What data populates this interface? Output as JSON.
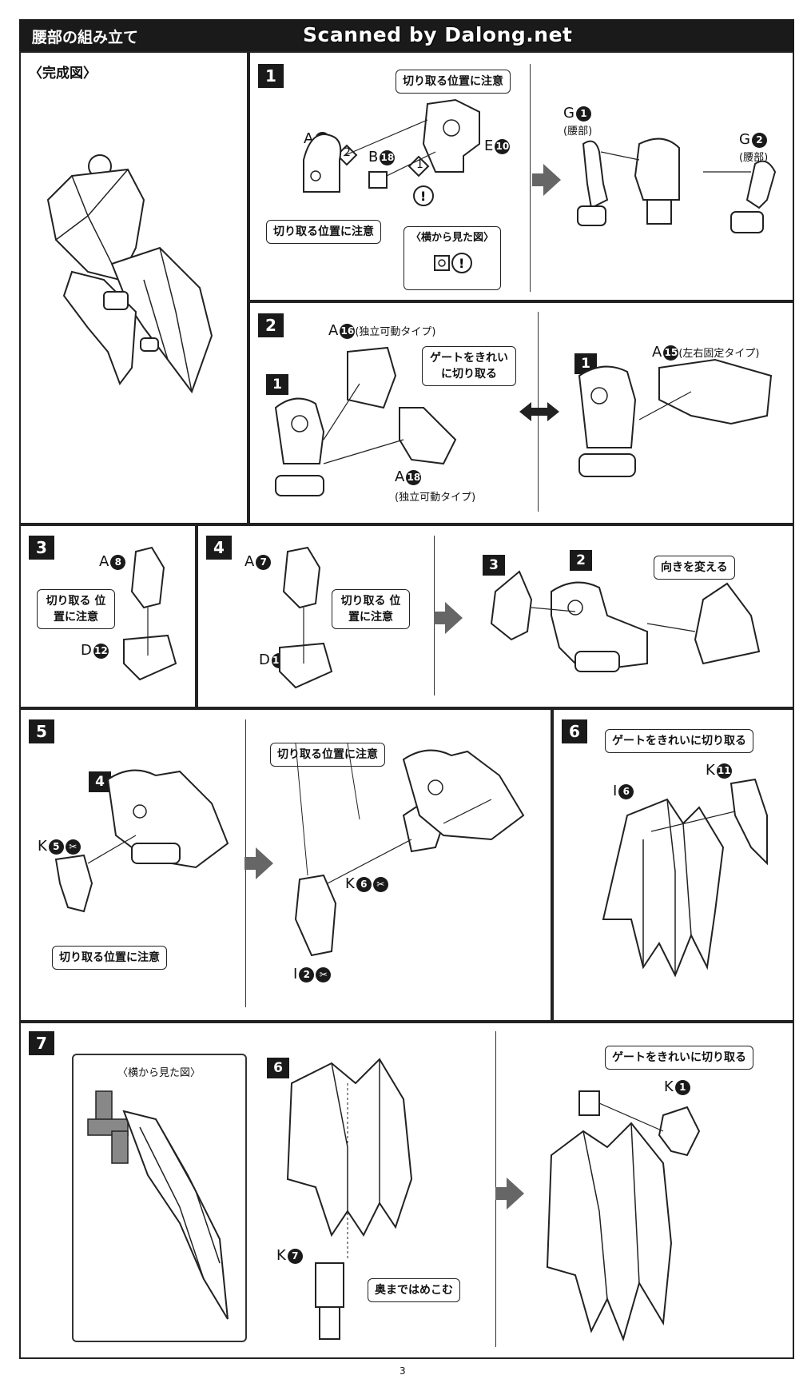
{
  "header": {
    "title": "腰部の組み立て",
    "scan_watermark": "Scanned by Dalong.net"
  },
  "completed": {
    "label": "〈完成図〉"
  },
  "step1": {
    "num": "1",
    "cut_notice_top": "切り取る位置に注意",
    "cut_notice_bottom": "切り取る位置に注意",
    "side_view": "〈横から見た図〉",
    "part_a": "A",
    "part_a_num": "13",
    "part_b": "B",
    "part_b_num": "18",
    "part_e": "E",
    "part_e_num": "10",
    "order_1": "1",
    "order_2": "2",
    "part_g1": "G",
    "part_g1_num": "1",
    "part_g1_sub": "(腰部)",
    "part_g2": "G",
    "part_g2_num": "2",
    "part_g2_sub": "(腰部)"
  },
  "step2": {
    "num": "2",
    "sub_ref": "1",
    "sub_ref_right": "1",
    "part_a16": "A",
    "part_a16_num": "16",
    "part_a16_sub": "(独立可動タイプ)",
    "part_a18": "A",
    "part_a18_num": "18",
    "part_a18_sub": "(独立可動タイプ)",
    "part_a15": "A",
    "part_a15_num": "15",
    "part_a15_sub": "(左右固定タイプ)",
    "gate_notice": "ゲートをきれい に切り取る"
  },
  "step3": {
    "num": "3",
    "part_a": "A",
    "part_a_num": "8",
    "part_d": "D",
    "part_d_num": "12",
    "cut_notice": "切り取る 位置に注意"
  },
  "step4": {
    "num": "4",
    "part_a": "A",
    "part_a_num": "7",
    "part_d": "D",
    "part_d_num": "11",
    "cut_notice": "切り取る 位置に注意",
    "sub_ref_3": "3",
    "sub_ref_2": "2",
    "turn_notice": "向きを変える"
  },
  "step5": {
    "num": "5",
    "sub_ref": "4",
    "part_k5": "K",
    "part_k5_num": "5",
    "cut_notice_left": "切り取る位置に注意",
    "cut_notice_top": "切り取る位置に注意",
    "part_k6": "K",
    "part_k6_num": "6",
    "part_i2": "I",
    "part_i2_num": "2"
  },
  "step6": {
    "num": "6",
    "gate_notice": "ゲートをきれいに切り取る",
    "part_k11": "K",
    "part_k11_num": "11",
    "part_i6": "I",
    "part_i6_num": "6"
  },
  "step7": {
    "num": "7",
    "side_view": "〈横から見た図〉",
    "sub_ref": "6",
    "part_k7": "K",
    "part_k7_num": "7",
    "push_notice": "奥まではめこむ",
    "gate_notice": "ゲートをきれいに切り取る",
    "part_k1": "K",
    "part_k1_num": "1"
  },
  "page": {
    "number": "3"
  }
}
